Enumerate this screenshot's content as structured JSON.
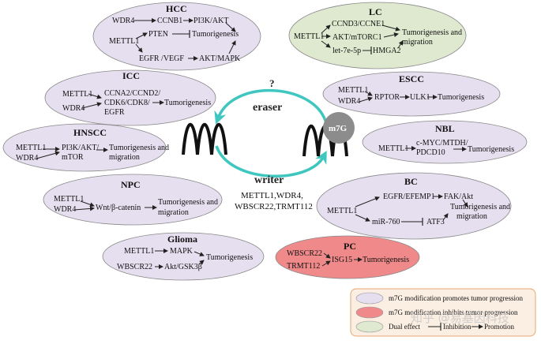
{
  "colors": {
    "purple_fill": "#e6dff0",
    "red_fill": "#f08a8a",
    "green_fill": "#dfe9cf",
    "teal_arrow": "#3ec6bf",
    "m7g_circle": "#8c8c8c",
    "legend_box": "#fbeee2",
    "legend_border": "#e7a574"
  },
  "icons": [
    "arrow-icon",
    "inhibition-icon",
    "cycle-arrow-icon",
    "rna-wave-icon"
  ],
  "center": {
    "question_mark": "?",
    "eraser": "eraser",
    "writer": "writer",
    "m7g": "m7G",
    "writers_line1": "METTL1,WDR4,",
    "writers_line2": "WBSCR22,TRMT112"
  },
  "hcc": {
    "title": "HCC",
    "wdr4": "WDR4",
    "ccnb1": "CCNB1",
    "pi3k_akt": "PI3K/AKT",
    "mettl1": "METTL1",
    "pten": "PTEN",
    "tumorigenesis": "Tumorigenesis",
    "egfr_vegf": "EGFR /VEGF",
    "akt_mapk": "AKT/MAPK"
  },
  "lc": {
    "title": "LC",
    "mettl1": "METTL1",
    "ccnd3_ccne1": "CCND3/CCNE1",
    "akt_mtorc1": "AKT/mTORC1",
    "let7e5p": "let-7e-5p",
    "hmga2": "HMGA2",
    "outcome_line1": "Tumorigenesis and",
    "outcome_line2": "migration"
  },
  "icc": {
    "title": "ICC",
    "mettl1": "METTL1",
    "wdr4": "WDR4",
    "targets_line1": "CCNA2/CCND2/",
    "targets_line2": "CDK6/CDK8/",
    "targets_line3": "EGFR",
    "tumorigenesis": "Tumorigenesis"
  },
  "escc": {
    "title": "ESCC",
    "mettl1": "METTL1",
    "wdr4": "WDR4",
    "rptor": "RPTOR",
    "ulk1": "ULK1",
    "tumorigenesis": "Tumorigenesis"
  },
  "hnscc": {
    "title": "HNSCC",
    "mettl1": "METTL1",
    "wdr4": "WDR4",
    "pathway_line1": "PI3K/AKT/",
    "pathway_line2": "mTOR",
    "outcome_line1": "Tumorigenesis and",
    "outcome_line2": "migration"
  },
  "nbl": {
    "title": "NBL",
    "mettl1": "METTL1",
    "targets_line1": "c-MYC/MTDH/",
    "targets_line2": "PDCD10",
    "tumorigenesis": "Tumorigenesis"
  },
  "npc": {
    "title": "NPC",
    "mettl1": "METTL1",
    "wdr4": "WDR4",
    "wnt": "Wnt/β-catenin",
    "outcome_line1": "Tumorigenesis and",
    "outcome_line2": "migration"
  },
  "bc": {
    "title": "BC",
    "mettl1": "METTL1",
    "egfr_efemp1": "EGFR/EFEMP1",
    "fak_akt": "FAK/Akt",
    "mir760": "miR-760",
    "atf3": "ATF3",
    "outcome_line1": "Tumorigenesis and",
    "outcome_line2": "migration"
  },
  "glioma": {
    "title": "Glioma",
    "mettl1": "METTL1",
    "mapk": "MAPK",
    "wbscr22": "WBSCR22",
    "akt_gsk3b": "Akt/GSK3β",
    "tumorigenesis": "Tumorigenesis"
  },
  "pc": {
    "title": "PC",
    "wbscr22": "WBSCR22",
    "trmt112": "TRMT112",
    "isg15": "ISG15",
    "tumorigenesis": "Tumorigenesis"
  },
  "legend": {
    "promotes": "m7G  modification promotes tumor progression",
    "inhibits": "m7G modification inhibits tumor progression",
    "dual": "Dual effect",
    "inhibition": "Inhibition",
    "promotion": "Promotion"
  },
  "watermark": "知乎 @易基因科技"
}
